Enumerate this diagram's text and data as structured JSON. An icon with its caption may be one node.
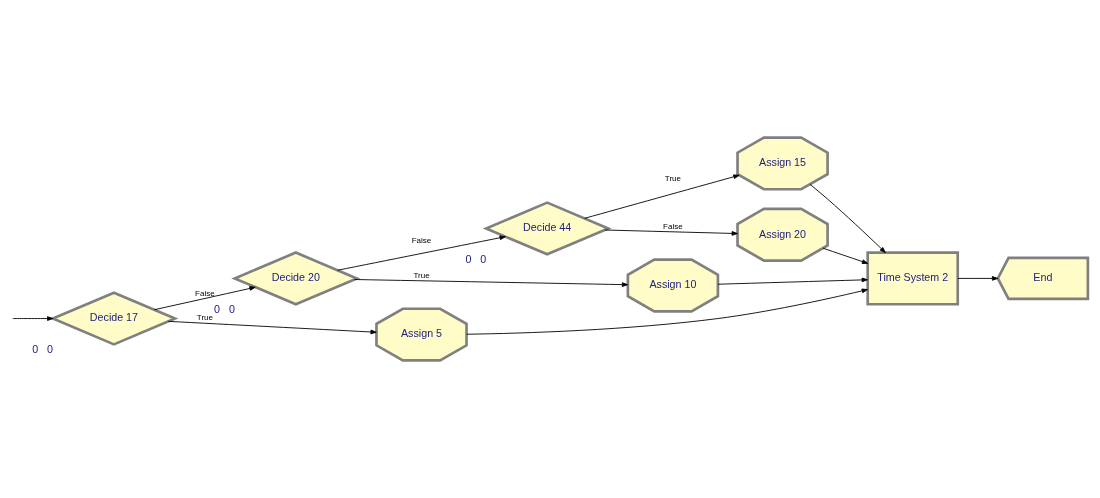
{
  "diagram": {
    "nodes": [
      {
        "text": [
          "Decide 17"
        ],
        "beside": [
          "0",
          "0"
        ]
      },
      {
        "text": [
          "Decide 20"
        ],
        "beside": [
          "0",
          "0"
        ]
      },
      {
        "text": [
          "Decide 44"
        ],
        "beside": [
          "0",
          "0"
        ]
      },
      {
        "text": [
          "Assign 5"
        ]
      },
      {
        "text": [
          "Assign 10"
        ]
      },
      {
        "text": [
          "Assign 15"
        ]
      },
      {
        "text": [
          "Assign 20"
        ]
      },
      {
        "text": [
          "Time System 2"
        ]
      },
      {
        "text": [
          "End"
        ]
      }
    ],
    "edges": [
      {
        "from": null,
        "to": 0,
        "arrow": "to"
      },
      {
        "from": 0,
        "to": 3,
        "arrow": "to",
        "label": "True"
      },
      {
        "from": 0,
        "to": 1,
        "arrow": "to",
        "label": "False"
      },
      {
        "from": 1,
        "to": 4,
        "arrow": "to",
        "label": "True"
      },
      {
        "from": 1,
        "to": 2,
        "arrow": "to",
        "label": "False"
      },
      {
        "from": 2,
        "to": 5,
        "arrow": "to",
        "label": "True"
      },
      {
        "from": 2,
        "to": 6,
        "arrow": "to",
        "label": "False"
      },
      {
        "from": 3,
        "to": 7,
        "arrow": "to"
      },
      {
        "from": 4,
        "to": 7,
        "arrow": "to"
      },
      {
        "from": 5,
        "to": 7,
        "arrow": "to"
      },
      {
        "from": 6,
        "to": 7,
        "arrow": "to"
      },
      {
        "from": 7,
        "to": 8,
        "arrow": "to"
      }
    ]
  }
}
